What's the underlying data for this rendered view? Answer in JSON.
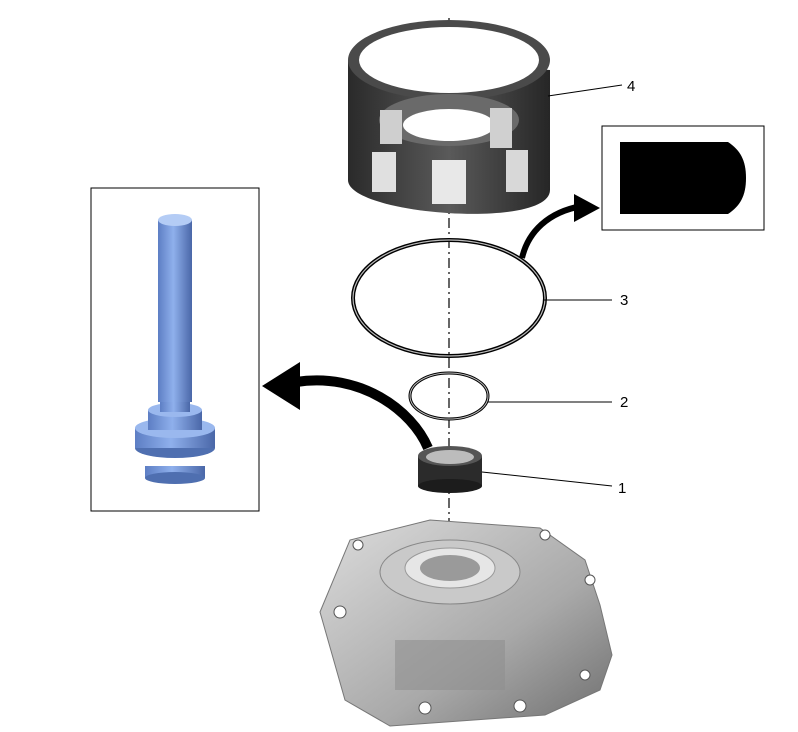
{
  "callouts": [
    {
      "number": "1",
      "part": "needle-bearing"
    },
    {
      "number": "2",
      "part": "small-seal-ring"
    },
    {
      "number": "3",
      "part": "large-seal-ring"
    },
    {
      "number": "4",
      "part": "clutch-drum"
    }
  ],
  "icons": {
    "installer_tool": "bearing-installer-tool-icon",
    "seal_detail": "seal-ring-cross-section-icon",
    "housing": "transmission-housing-icon"
  },
  "colors": {
    "tool_blue": "#7f9fd9",
    "tool_shadow": "#4f6fb0",
    "drum_dark": "#3a3a3a",
    "housing_grey": "#b9b9b9",
    "ring_grey": "#8a8a8a"
  }
}
